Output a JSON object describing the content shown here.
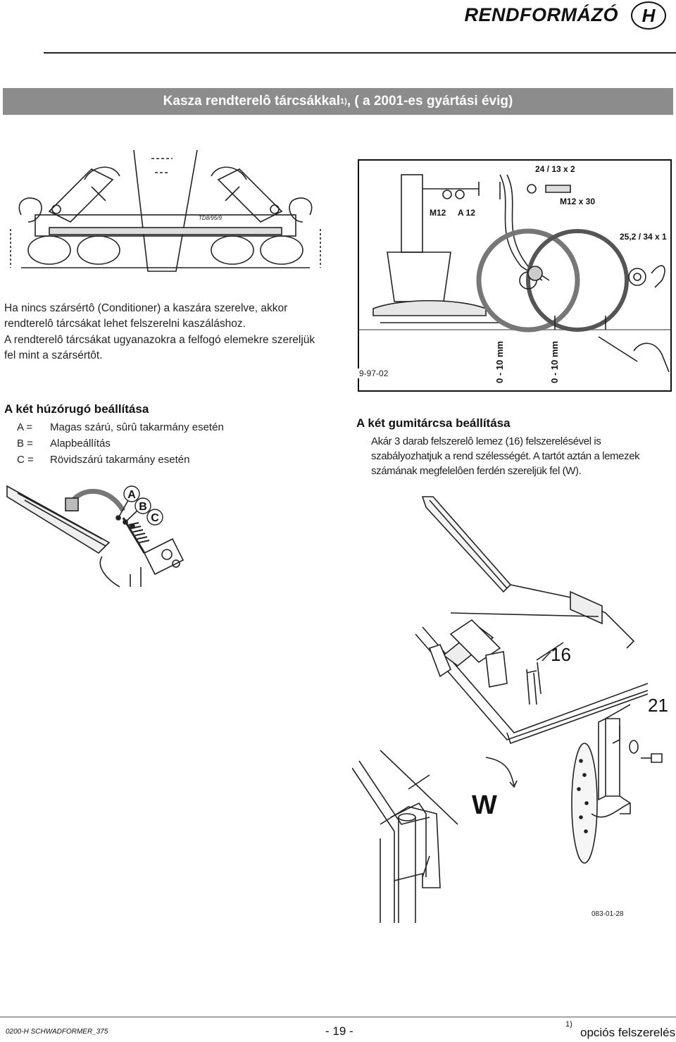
{
  "header": {
    "title": "RENDFORMÁZÓ",
    "badge": "H"
  },
  "banner": {
    "title": "Kasza rendterelô tárcsákkal",
    "sup": "1)",
    "suffix": ", ( a 2001-es gyártási évig)"
  },
  "section1": {
    "para1": "Ha nincs szársértô (Conditioner) a kaszára szerelve, akkor rendterelô tárcsákat lehet felszerelni kaszáláshoz.",
    "para2": "A rendterelô tárcsákat ugyanazokra a felfogó elemekre szereljük fel mint a szársértôt."
  },
  "figure1": {
    "code": "TD8/95/9"
  },
  "figure2": {
    "code": "9-97-02",
    "labels": [
      "24 / 13 x 2",
      "M12 x 30",
      "M12",
      "A 12",
      "25,2 / 34 x 1",
      "0 - 10 mm",
      "0 - 10 mm"
    ]
  },
  "section2": {
    "heading": "A két húzórugó beállítása",
    "items": [
      {
        "key": "A =",
        "value": "Magas szárú, sûrû takarmány esetén"
      },
      {
        "key": "B =",
        "value": "Alapbeállítás"
      },
      {
        "key": "C =",
        "value": "Rövidszárú takarmány esetén"
      }
    ]
  },
  "figure3": {
    "labels": [
      "A",
      "B",
      "C"
    ]
  },
  "section3": {
    "heading": "A két gumitárcsa beállítása",
    "para": "Akár 3 darab felszerelô lemez (16) felszerelésével is szabályozhatjuk a rend szélességét. A tartót aztán a lemezek számának megfelelôen ferdén szereljük fel (W)."
  },
  "figure4": {
    "labels": [
      "16",
      "21",
      "W"
    ],
    "code": "083-01-28"
  },
  "footer": {
    "left": "0200-H SCHWADFORMER_375",
    "page": "- 19 -",
    "sup": "1)",
    "right": "opciós felszerelés"
  }
}
